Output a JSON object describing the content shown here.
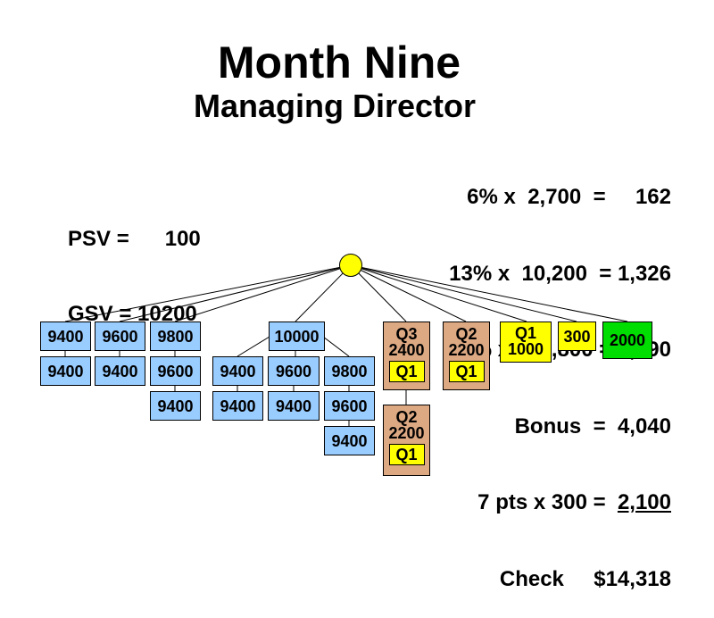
{
  "title": "Month Nine",
  "subtitle": "Managing Director",
  "volumes": {
    "psv": "PSV =      100",
    "gsv": "GSV = 10200"
  },
  "calc": {
    "line1": "6% x  2,700  =     162",
    "line2": "13% x  10,200  = 1,326",
    "line3": "5% x 133,800 = 6,690",
    "line4": "Bonus  =  4,040",
    "line5_prefix": "7 pts x 300 =  ",
    "line5_value": "2,100",
    "line6": "Check     $14,318"
  },
  "colors": {
    "blue": "#99ccff",
    "tan": "#dda983",
    "yellow": "#ffff00",
    "green": "#00dd00"
  },
  "tree": {
    "leg1": {
      "r1": [
        "9400",
        "9600",
        "9800"
      ],
      "r2": [
        "9400",
        "9400",
        "9600"
      ],
      "r3": [
        "9400"
      ]
    },
    "leg2": {
      "top": "10000",
      "r2": [
        "9400",
        "9600",
        "9800"
      ],
      "r3": [
        "9400",
        "9400",
        "9600"
      ],
      "r4": [
        "9400"
      ]
    },
    "q3box": {
      "q": "Q3",
      "v": "2400",
      "badge": "Q1"
    },
    "q2box_sub": {
      "q": "Q2",
      "v": "2200",
      "badge": "Q1"
    },
    "q2box": {
      "q": "Q2",
      "v": "2200",
      "badge": "Q1"
    },
    "q1box": {
      "q": "Q1",
      "v": "1000"
    },
    "b300": "300",
    "b2000": "2000"
  }
}
